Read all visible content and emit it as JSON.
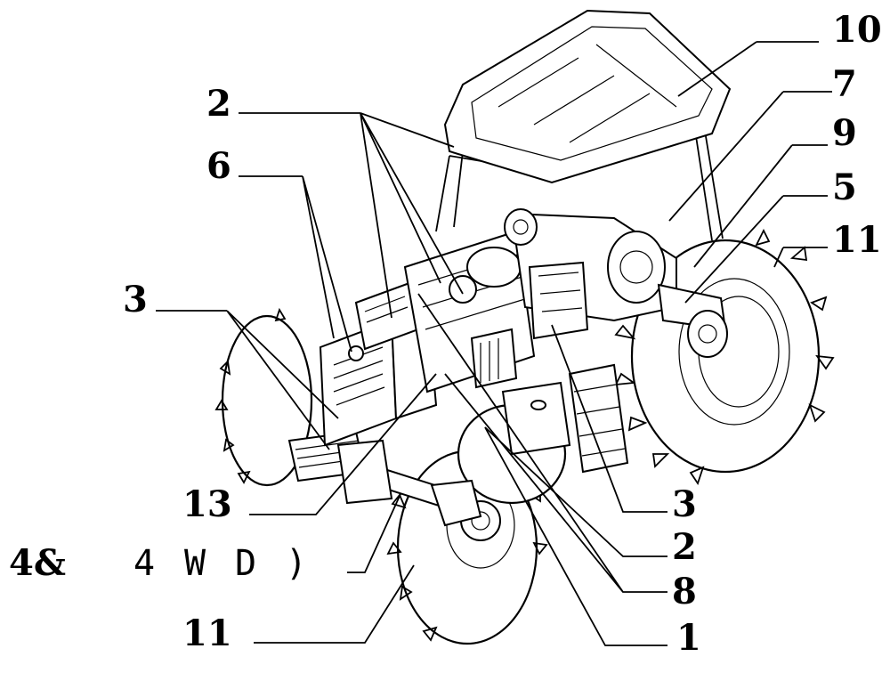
{
  "callouts": {
    "c10": "10",
    "c7": "7",
    "c9": "9",
    "c5": "5",
    "c11_right": "11",
    "c2_top": "2",
    "c6": "6",
    "c3_left": "3",
    "c13": "13",
    "c3_right": "3",
    "c2_right": "2",
    "c8": "8",
    "c11_bottom": "11",
    "c1": "1"
  },
  "footnote": {
    "prefix": "4&",
    "text": "4 W D )"
  }
}
